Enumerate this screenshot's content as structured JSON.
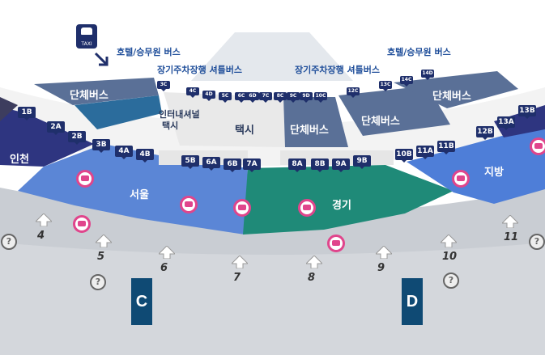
{
  "colors": {
    "seoul": "#5b86d6",
    "gyeonggi": "#1f8a78",
    "incheon": "#2e3580",
    "jibang": "#4e7ed8",
    "group_bus": "#5a7097",
    "taxi_zone": "#e9e9e9",
    "gate_badge": "#1f2f6b",
    "annotation": "#1f4e9a",
    "exit_box": "#0f4a74",
    "bus_marker": "#e0458c"
  },
  "zones": {
    "incheon": "인천",
    "seoul": "서울",
    "gyeonggi": "경기",
    "jibang": "지방",
    "group_bus_left": "단체버스",
    "group_bus_center": "단체버스",
    "group_bus_right_inner": "단체버스",
    "group_bus_right_outer": "단체버스",
    "taxi": "택시",
    "intl_taxi_line1": "인터내셔널",
    "intl_taxi_line2": "택시"
  },
  "annotations": {
    "hotel_left": "호텔/승무원 버스",
    "hotel_right": "호텔/승무원 버스",
    "longterm_left": "장기주차장행 셔틀버스",
    "longterm_right": "장기주차장행 셔틀버스",
    "taxi_sign": "TAXI"
  },
  "gates_outer": [
    "1B",
    "2A",
    "2B",
    "3B",
    "4A",
    "4B",
    "5B",
    "6A",
    "6B",
    "7A",
    "8A",
    "8B",
    "9A",
    "9B",
    "10B",
    "11A",
    "11B",
    "12B",
    "13A",
    "13B"
  ],
  "gates_inner": [
    "3C",
    "4C",
    "4D",
    "5C",
    "6C",
    "6D",
    "7C",
    "8C",
    "9C",
    "9D",
    "10C",
    "12C",
    "13C",
    "14C",
    "14D"
  ],
  "doors": [
    "4",
    "5",
    "6",
    "7",
    "8",
    "9",
    "10",
    "11"
  ],
  "exits": [
    "C",
    "D"
  ],
  "icons": [
    "taxi-icon",
    "arrow-icon",
    "bus-stop-icon",
    "info-icon",
    "door-arrow-icon"
  ]
}
